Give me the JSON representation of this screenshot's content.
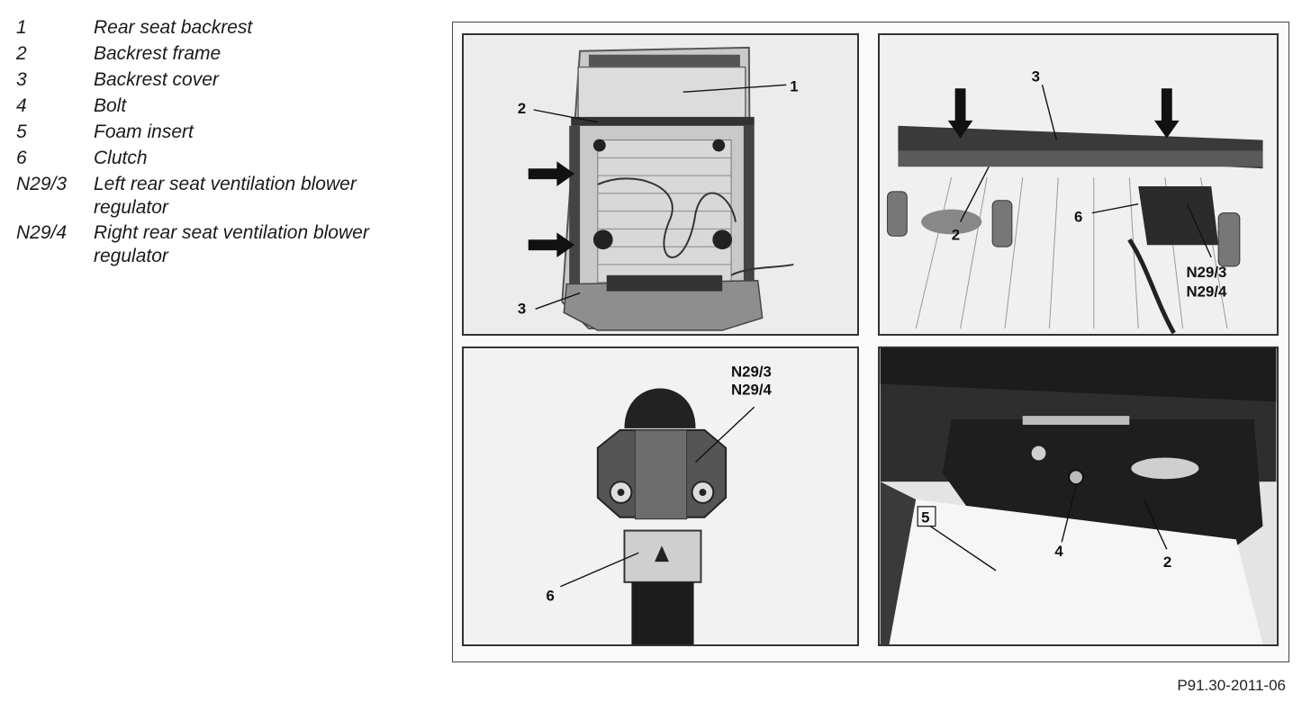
{
  "legend": [
    {
      "key": "1",
      "text": "Rear seat backrest"
    },
    {
      "key": "2",
      "text": "Backrest frame"
    },
    {
      "key": "3",
      "text": "Backrest cover"
    },
    {
      "key": "4",
      "text": "Bolt"
    },
    {
      "key": "5",
      "text": "Foam insert"
    },
    {
      "key": "6",
      "text": "Clutch"
    },
    {
      "key": "N29/3",
      "text": "Left rear seat ventilation blower regulator"
    },
    {
      "key": "N29/4",
      "text": "Right rear seat ventilation blower regulator"
    }
  ],
  "figure": {
    "reference_code": "P91.30-2011-06",
    "panel1": {
      "callouts": [
        "1",
        "2",
        "3"
      ]
    },
    "panel2": {
      "callouts": [
        "3",
        "2",
        "6",
        "N29/3",
        "N29/4"
      ]
    },
    "panel3": {
      "callouts": [
        "N29/3",
        "N29/4",
        "6"
      ]
    },
    "panel4": {
      "callouts": [
        "5",
        "4",
        "2"
      ]
    }
  }
}
